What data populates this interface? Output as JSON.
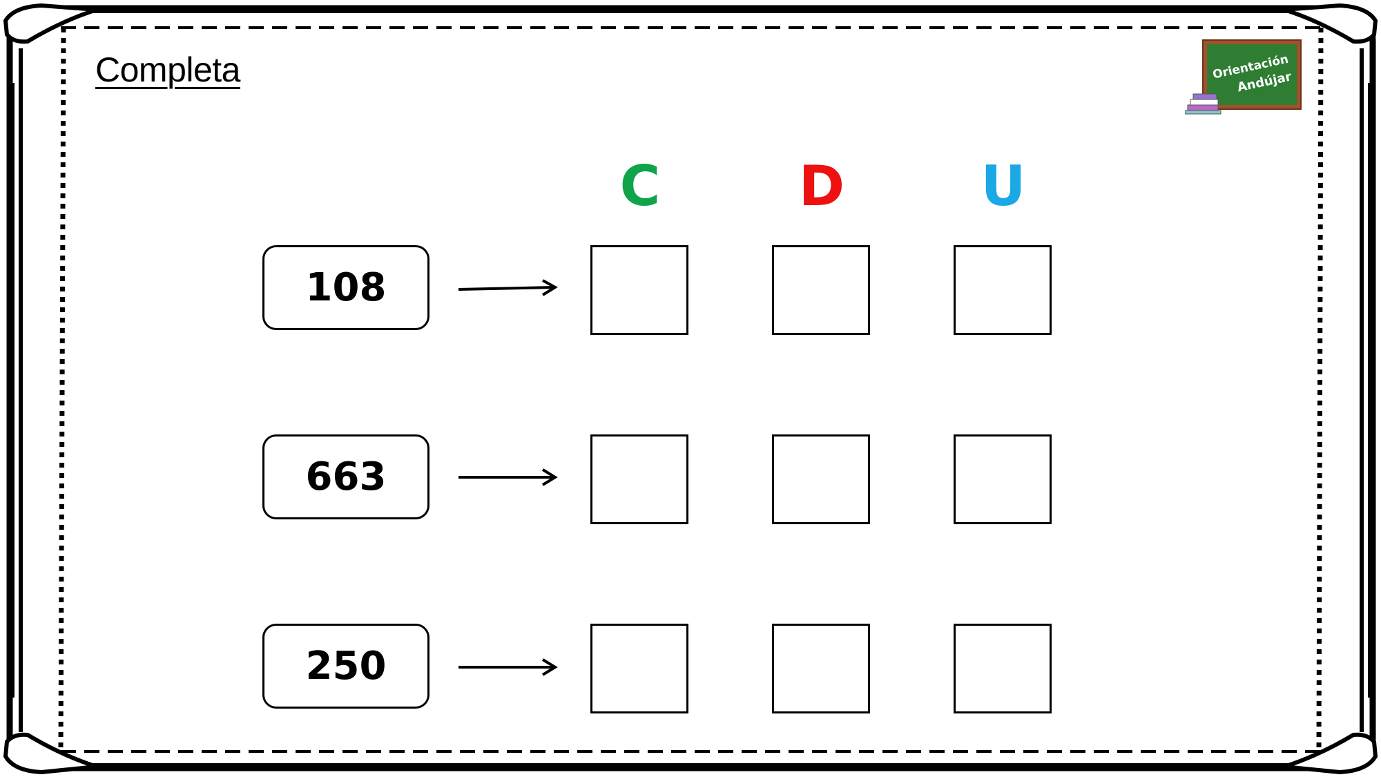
{
  "title": "Completa",
  "logo": {
    "line1": "Orientación",
    "line2": "Andújar",
    "board_color": "#2e7d32",
    "frame_color": "#a0522d"
  },
  "columns": [
    {
      "label": "C",
      "color": "#0fa34a"
    },
    {
      "label": "D",
      "color": "#ee1111"
    },
    {
      "label": "U",
      "color": "#1aa8e6"
    }
  ],
  "rows": [
    {
      "number": "108"
    },
    {
      "number": "663"
    },
    {
      "number": "250"
    }
  ]
}
